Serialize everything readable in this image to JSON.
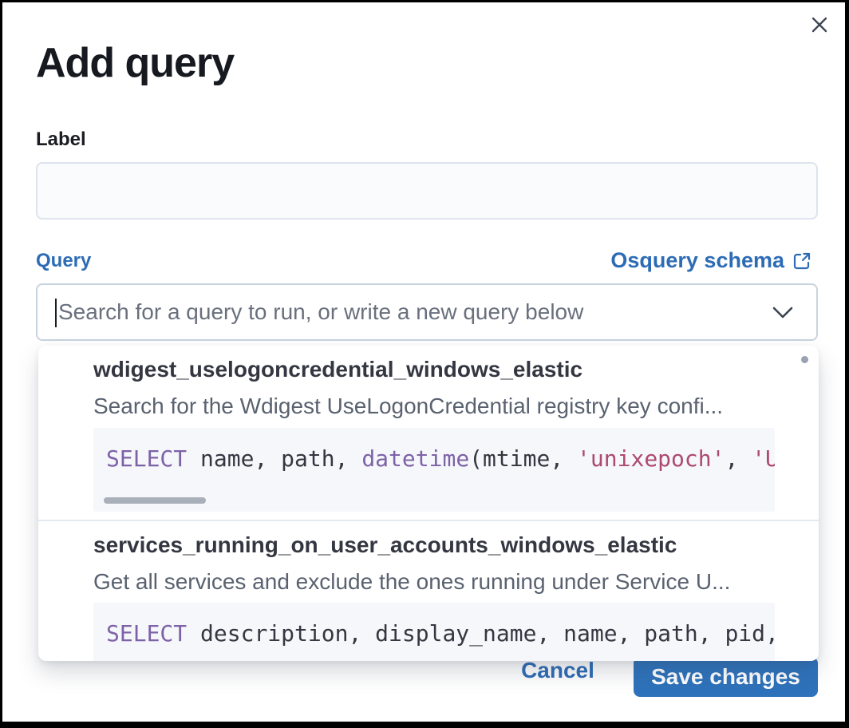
{
  "modal": {
    "title": "Add query",
    "form": {
      "label_field": {
        "label": "Label",
        "value": ""
      },
      "query_field": {
        "label": "Query",
        "schema_link_label": "Osquery schema",
        "search_placeholder": "Search for a query to run, or write a new query below"
      }
    },
    "dropdown": {
      "options": [
        {
          "title": "wdigest_uselogoncredential_windows_elastic",
          "description": "Search for the Wdigest UseLogonCredential registry key confi...",
          "code_tokens": [
            {
              "type": "keyword",
              "text": "SELECT"
            },
            {
              "type": "plain",
              "text": " name, path, "
            },
            {
              "type": "keyword",
              "text": "datetime"
            },
            {
              "type": "plain",
              "text": "(mtime, "
            },
            {
              "type": "string",
              "text": "'unixepoch'"
            },
            {
              "type": "plain",
              "text": ", "
            },
            {
              "type": "string",
              "text": "'U"
            }
          ]
        },
        {
          "title": "services_running_on_user_accounts_windows_elastic",
          "description": "Get all services and exclude the ones running under Service U...",
          "code_tokens": [
            {
              "type": "keyword",
              "text": "SELECT"
            },
            {
              "type": "plain",
              "text": " description, display_name, name, path, pid,"
            }
          ]
        }
      ]
    },
    "footer": {
      "cancel_label": "Cancel",
      "save_label": "Save changes"
    },
    "colors": {
      "link_blue": "#2d6cb5",
      "button_blue": "#2e72bb",
      "focus_underline": "#0e64c5",
      "code_keyword": "#7d62a7",
      "code_string": "#ad4a6e",
      "code_plain": "#343741",
      "title_text": "#16191f",
      "body_text": "#343741",
      "subdued_text": "#5a6270"
    }
  }
}
